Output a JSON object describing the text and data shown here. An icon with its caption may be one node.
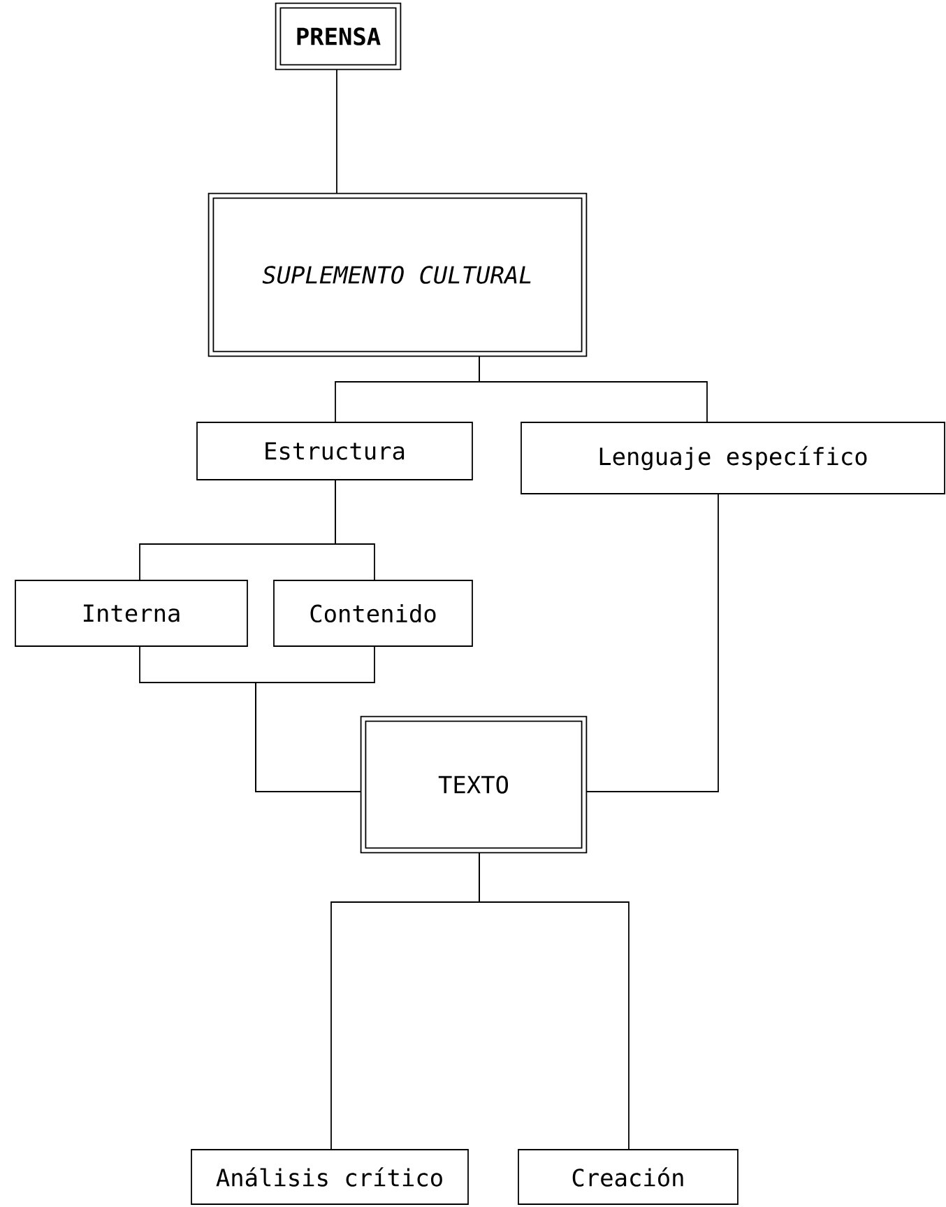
{
  "diagram": {
    "nodes": [
      {
        "text": [
          "PRENSA"
        ]
      },
      {
        "text": [
          "SUPLEMENTO CULTURAL"
        ]
      },
      {
        "text": [
          "Estructura"
        ]
      },
      {
        "text": [
          "Lenguaje específico"
        ]
      },
      {
        "text": [
          "Interna"
        ]
      },
      {
        "text": [
          "Contenido"
        ]
      },
      {
        "text": [
          "TEXTO"
        ]
      },
      {
        "text": [
          "Análisis crítico"
        ]
      },
      {
        "text": [
          "Creación"
        ]
      }
    ],
    "edges": [
      {
        "from": 0,
        "to": 1,
        "arrow": "none"
      },
      {
        "from": 1,
        "to": 2,
        "arrow": "none"
      },
      {
        "from": 1,
        "to": 3,
        "arrow": "none"
      },
      {
        "from": 2,
        "to": 4,
        "arrow": "none"
      },
      {
        "from": 2,
        "to": 5,
        "arrow": "none"
      },
      {
        "from": 4,
        "to": 6,
        "arrow": "none"
      },
      {
        "from": 5,
        "to": 6,
        "arrow": "none"
      },
      {
        "from": 3,
        "to": 6,
        "arrow": "none"
      },
      {
        "from": 6,
        "to": 7,
        "arrow": "none"
      },
      {
        "from": 6,
        "to": 8,
        "arrow": "none"
      }
    ]
  }
}
